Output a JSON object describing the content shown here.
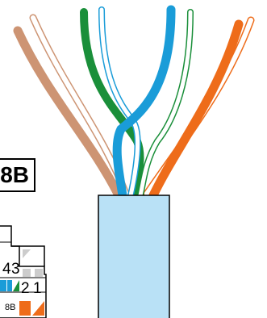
{
  "standard_label": "8B",
  "connector": {
    "pin_numbers": [
      "4",
      "3",
      "2",
      "1"
    ],
    "standard_tag": "8B"
  },
  "colors": {
    "brown": "#cd9473",
    "green": "#1a8f3a",
    "blue": "#1a9cd8",
    "orange": "#ee6c1a",
    "jacket": "#b9e1f6",
    "outline": "#000000"
  },
  "wire_pairs": [
    "brown",
    "green",
    "blue",
    "orange"
  ]
}
